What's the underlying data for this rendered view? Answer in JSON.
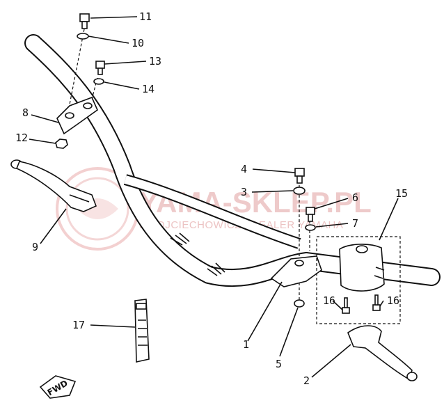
{
  "watermark": {
    "brand": "YAMA-SKLEP.PL",
    "tagline": "SWOJCIECHOWICZ | DEALER YAMAHA"
  },
  "fwd_label": "FWD",
  "callouts": {
    "c1": "1",
    "c2": "2",
    "c3": "3",
    "c4": "4",
    "c5": "5",
    "c6": "6",
    "c7": "7",
    "c8": "8",
    "c9": "9",
    "c10": "10",
    "c11": "11",
    "c12": "12",
    "c13": "13",
    "c14": "14",
    "c15": "15",
    "c16a": "16",
    "c16b": "16",
    "c17": "17"
  }
}
